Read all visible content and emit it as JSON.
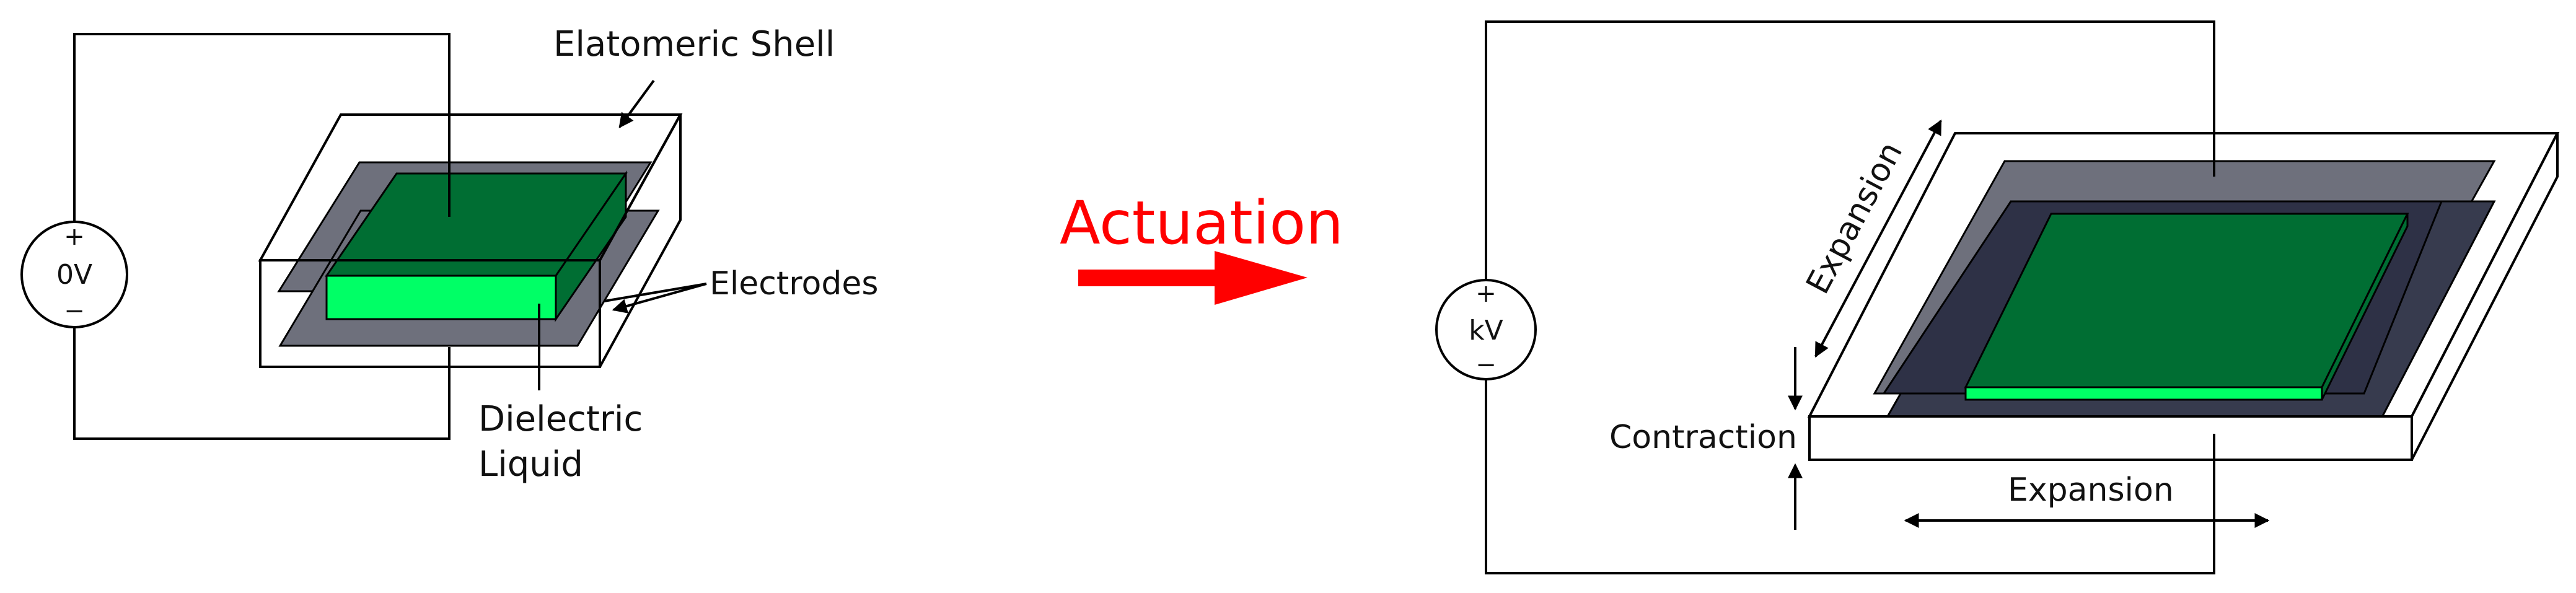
{
  "left": {
    "source_voltage": "0V",
    "source_plus": "+",
    "source_minus": "−",
    "shell_label": "Elatomeric Shell",
    "electrodes_label": "Electrodes",
    "dielectric_label_line1": "Dielectric",
    "dielectric_label_line2": "Liquid"
  },
  "transition": {
    "label": "Actuation",
    "color": "#ff0000"
  },
  "right": {
    "source_voltage": "kV",
    "source_plus": "+",
    "source_minus": "−",
    "expansion_diagonal_label": "Expansion",
    "expansion_horizontal_label": "Expansion",
    "contraction_label": "Contraction"
  },
  "colors": {
    "electrode_front": "#6e707c",
    "electrode_back": "#2e3146",
    "dielectric_top": "#006e33",
    "dielectric_side": "#00ff66",
    "arrow_red": "#ff0000",
    "line": "#000000"
  }
}
